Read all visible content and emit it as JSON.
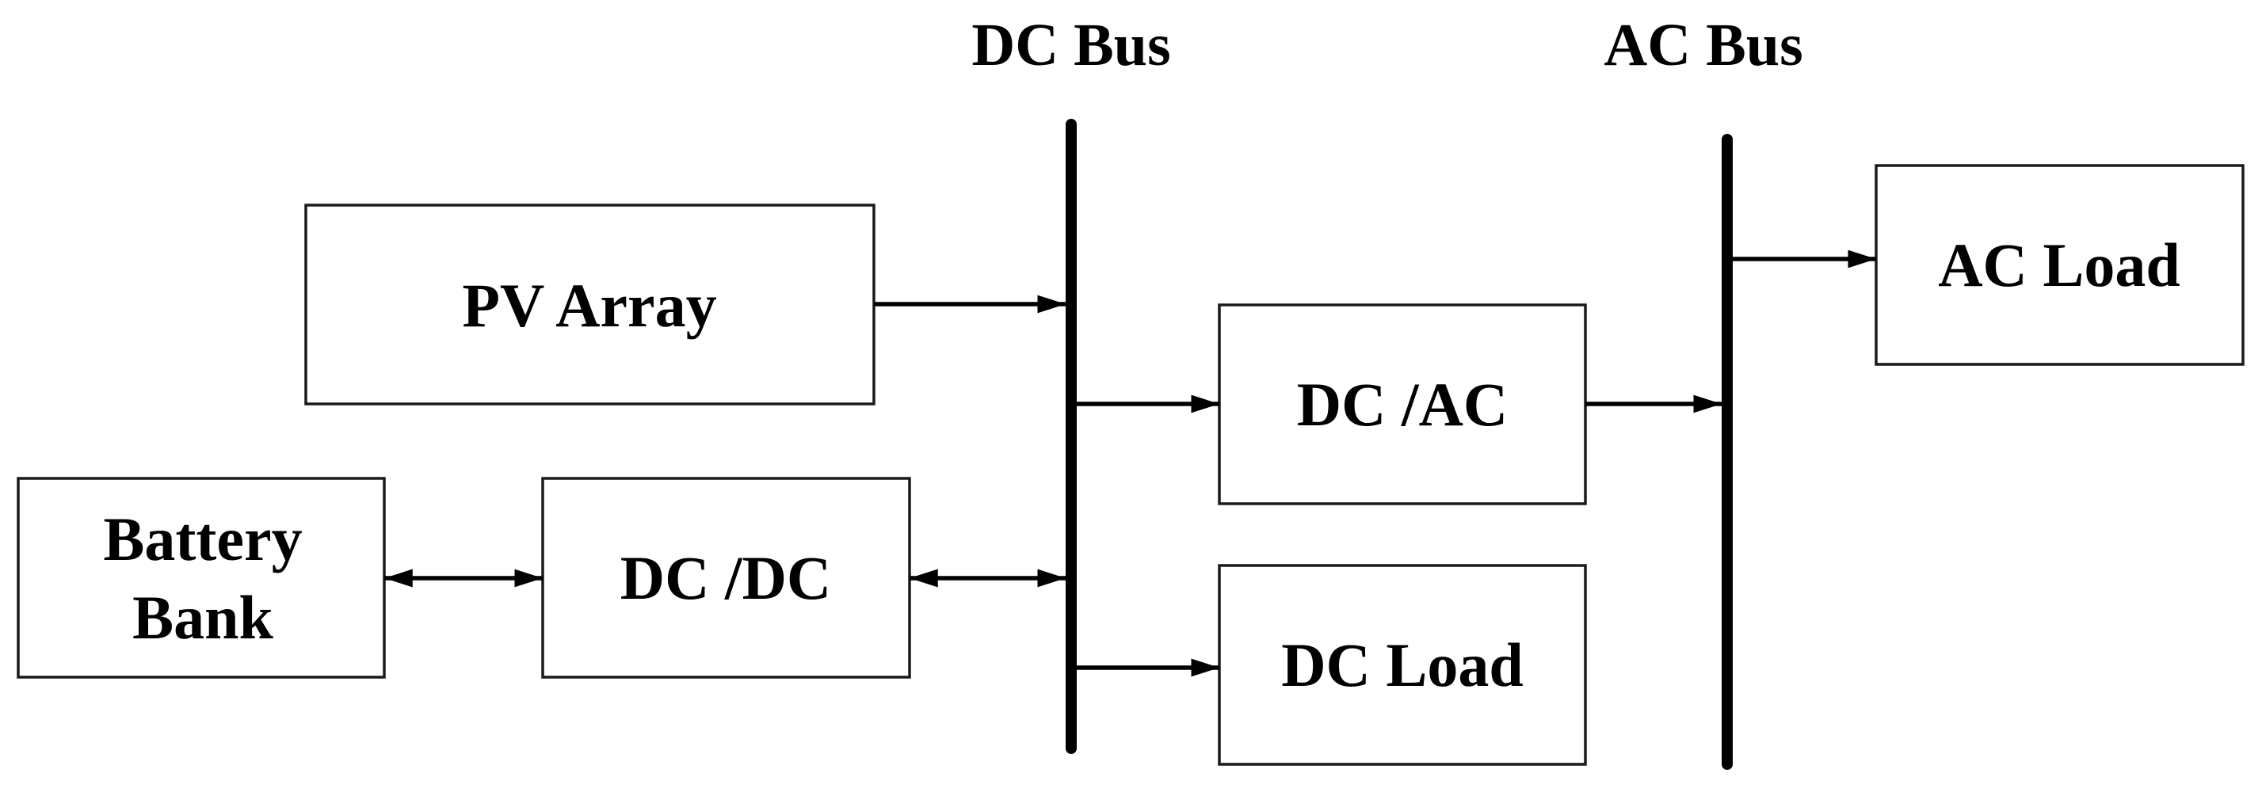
{
  "diagram": {
    "buses": {
      "dc_bus": "DC Bus",
      "ac_bus": "AC Bus"
    },
    "blocks": {
      "pv_array": "PV Array",
      "battery_bank_line1": "Battery",
      "battery_bank_line2": "Bank",
      "dcdc_converter": "DC /DC",
      "dcac_inverter": "DC /AC",
      "dc_load": "DC Load",
      "ac_load": "AC Load"
    },
    "connections": [
      {
        "from": "PV Array",
        "to": "DC Bus",
        "direction": "one-way"
      },
      {
        "from": "Battery Bank",
        "to": "DC /DC",
        "direction": "two-way"
      },
      {
        "from": "DC /DC",
        "to": "DC Bus",
        "direction": "two-way"
      },
      {
        "from": "DC Bus",
        "to": "DC /AC",
        "direction": "one-way"
      },
      {
        "from": "DC Bus",
        "to": "DC Load",
        "direction": "one-way"
      },
      {
        "from": "DC /AC",
        "to": "AC Bus",
        "direction": "one-way"
      },
      {
        "from": "AC Bus",
        "to": "AC Load",
        "direction": "one-way"
      }
    ]
  }
}
